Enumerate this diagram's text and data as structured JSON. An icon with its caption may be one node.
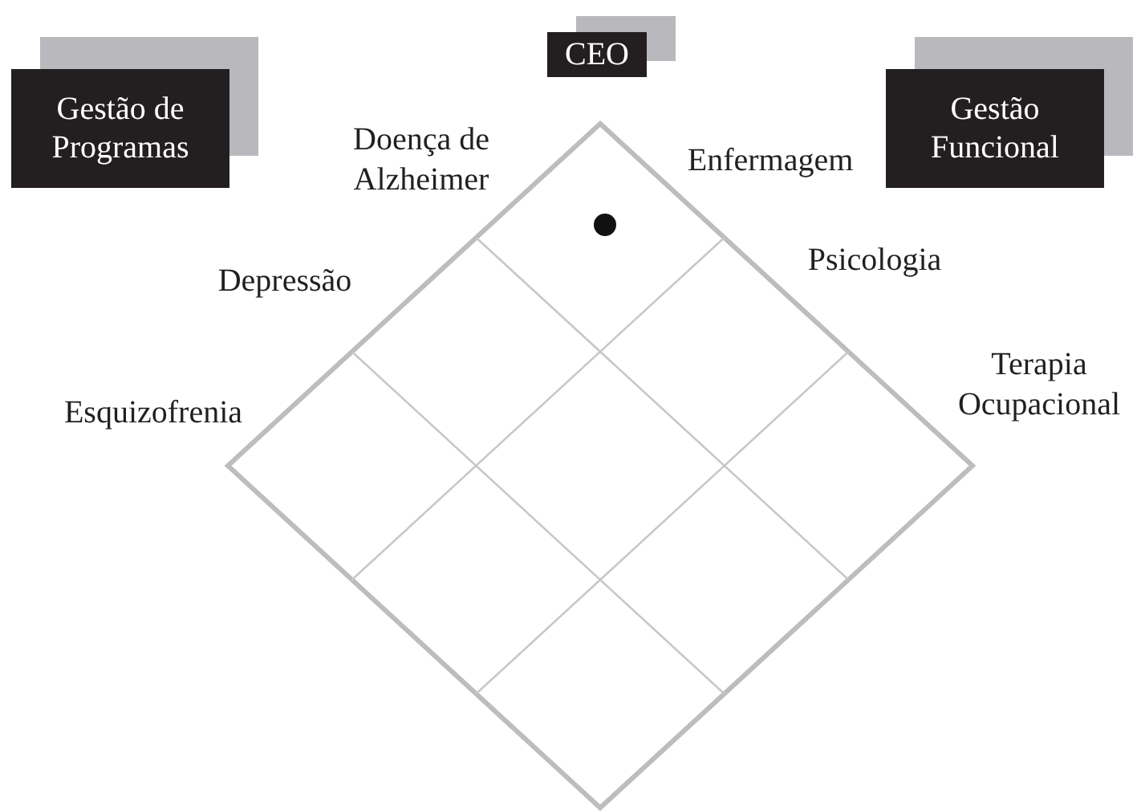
{
  "diagram": {
    "nodes": [
      {
        "text": [
          "CEO"
        ]
      },
      {
        "text": [
          "Gestão de Programas"
        ]
      },
      {
        "text": [
          "Gestão Funcional"
        ]
      }
    ],
    "labels": [
      "Doença de Alzheimer",
      "Enfermagem",
      "Depressão",
      "Psicologia",
      "Esquizofrenia",
      "Terapia Ocupacional"
    ]
  }
}
